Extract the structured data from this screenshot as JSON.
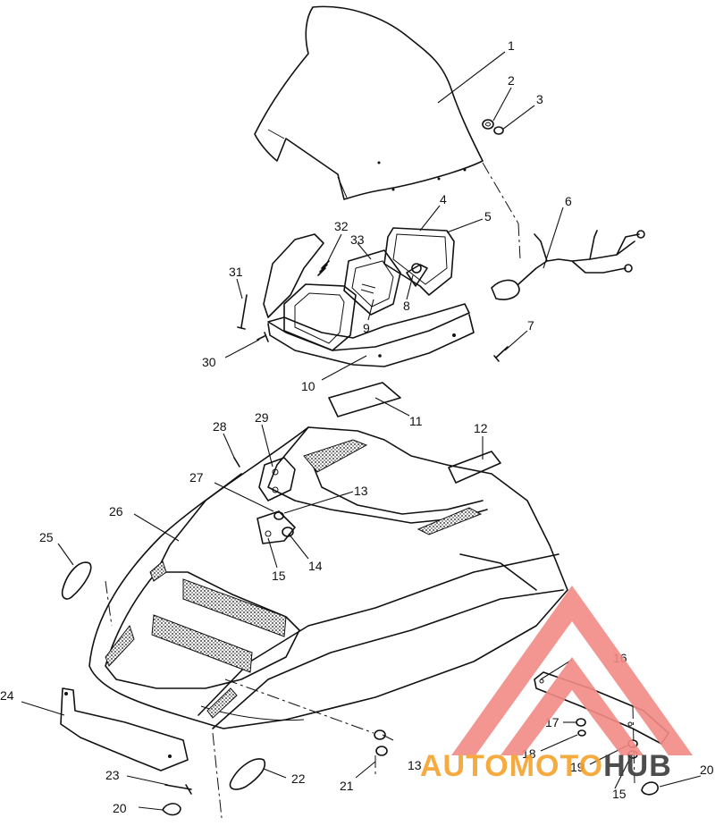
{
  "diagram": {
    "callouts": [
      "1",
      "2",
      "3",
      "4",
      "5",
      "6",
      "7",
      "8",
      "9",
      "10",
      "11",
      "12",
      "13",
      "13",
      "14",
      "15",
      "15",
      "16",
      "17",
      "18",
      "19",
      "20",
      "20",
      "21",
      "22",
      "23",
      "24",
      "25",
      "26",
      "27",
      "28",
      "29",
      "30",
      "31",
      "32",
      "33"
    ]
  },
  "watermark": {
    "brand_a": "AUTO",
    "brand_b": "MOTO",
    "brand_c": "HUB",
    "colors": {
      "triangle": "#f28a85",
      "text_orange": "#f5a22c",
      "text_gray": "#3a3a3a"
    }
  }
}
